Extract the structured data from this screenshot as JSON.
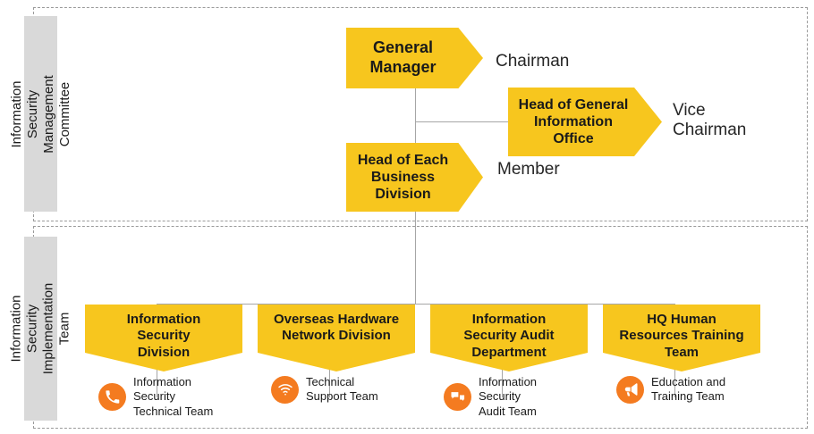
{
  "regions": {
    "committee": {
      "side_label": "Information Security\nManagement Committee"
    },
    "implementation": {
      "side_label": "Information Security\nImplementation Team"
    }
  },
  "colors": {
    "chevron_yellow": "#F7C61E",
    "icon_orange": "#F47B20",
    "side_label_gray": "#d9d9d9",
    "connector_gray": "#a6a6a6",
    "dashed_border": "#9a9a9a",
    "text_dark": "#1a1a1a"
  },
  "committee_nodes": [
    {
      "title": "General\nManager",
      "role": "Chairman"
    },
    {
      "title": "Head of General\nInformation\nOffice",
      "role": "Vice\nChairman"
    },
    {
      "title": "Head of Each\nBusiness\nDivision",
      "role": "Member"
    }
  ],
  "departments": [
    {
      "title": "Information\nSecurity\nDivision",
      "team": "Information\nSecurity\nTechnical Team",
      "icon": "phone-icon"
    },
    {
      "title": "Overseas Hardware\nNetwork Division",
      "team": "Technical\nSupport Team",
      "icon": "wifi-icon"
    },
    {
      "title": "Information\nSecurity Audit\nDepartment",
      "team": "Information\nSecurity\nAudit Team",
      "icon": "chat-bubbles-icon"
    },
    {
      "title": "HQ Human\nResources Training\nTeam",
      "team": "Education and\nTraining Team",
      "icon": "megaphone-icon"
    }
  ]
}
